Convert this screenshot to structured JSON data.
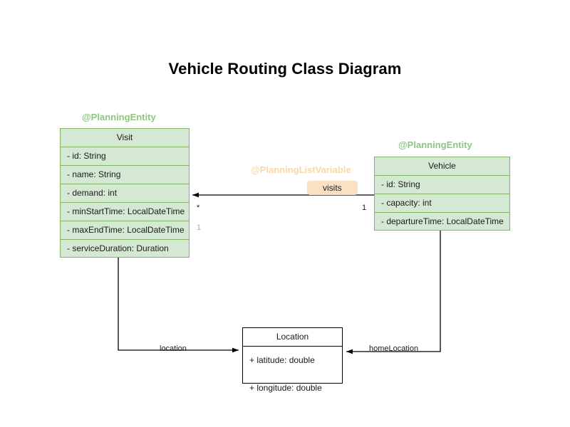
{
  "diagram": {
    "title": "Vehicle Routing Class Diagram",
    "background_color": "#ffffff",
    "entity_fill": "#d5e8d4",
    "entity_border": "#82b366",
    "annotation_green": "#8cc57f",
    "annotation_peach": "#fad7a8",
    "chip_fill": "#fbe0c3",
    "lavender": "#b49fd0"
  },
  "classes": [
    {
      "id": "visit",
      "name": "Visit",
      "annotation": "@PlanningEntity",
      "styled": "green",
      "attributes": [
        "- id: String",
        "- name: String",
        "- demand: int",
        "- minStartTime: LocalDateTime",
        "- maxEndTime: LocalDateTime",
        "- serviceDuration: Duration"
      ]
    },
    {
      "id": "vehicle",
      "name": "Vehicle",
      "annotation": "@PlanningEntity",
      "styled": "green",
      "attributes": [
        "- id: String",
        "- capacity: int",
        "- departureTime: LocalDateTime"
      ]
    },
    {
      "id": "location",
      "name": "Location",
      "annotation": "",
      "styled": "plain",
      "attributes": [
        "+ latitude: double",
        "+ longitude: double"
      ]
    }
  ],
  "relationships": [
    {
      "id": "visits",
      "label": "visits",
      "annotation": "@PlanningListVariable",
      "from": "Vehicle",
      "to": "Visit",
      "source_multiplicity": "1",
      "target_multiplicity": "*",
      "extra_multiplicity": "1"
    },
    {
      "id": "location",
      "label": "location",
      "from": "Visit",
      "to": "Location"
    },
    {
      "id": "homeLocation",
      "label": "homeLocation",
      "from": "Vehicle",
      "to": "Location"
    }
  ]
}
